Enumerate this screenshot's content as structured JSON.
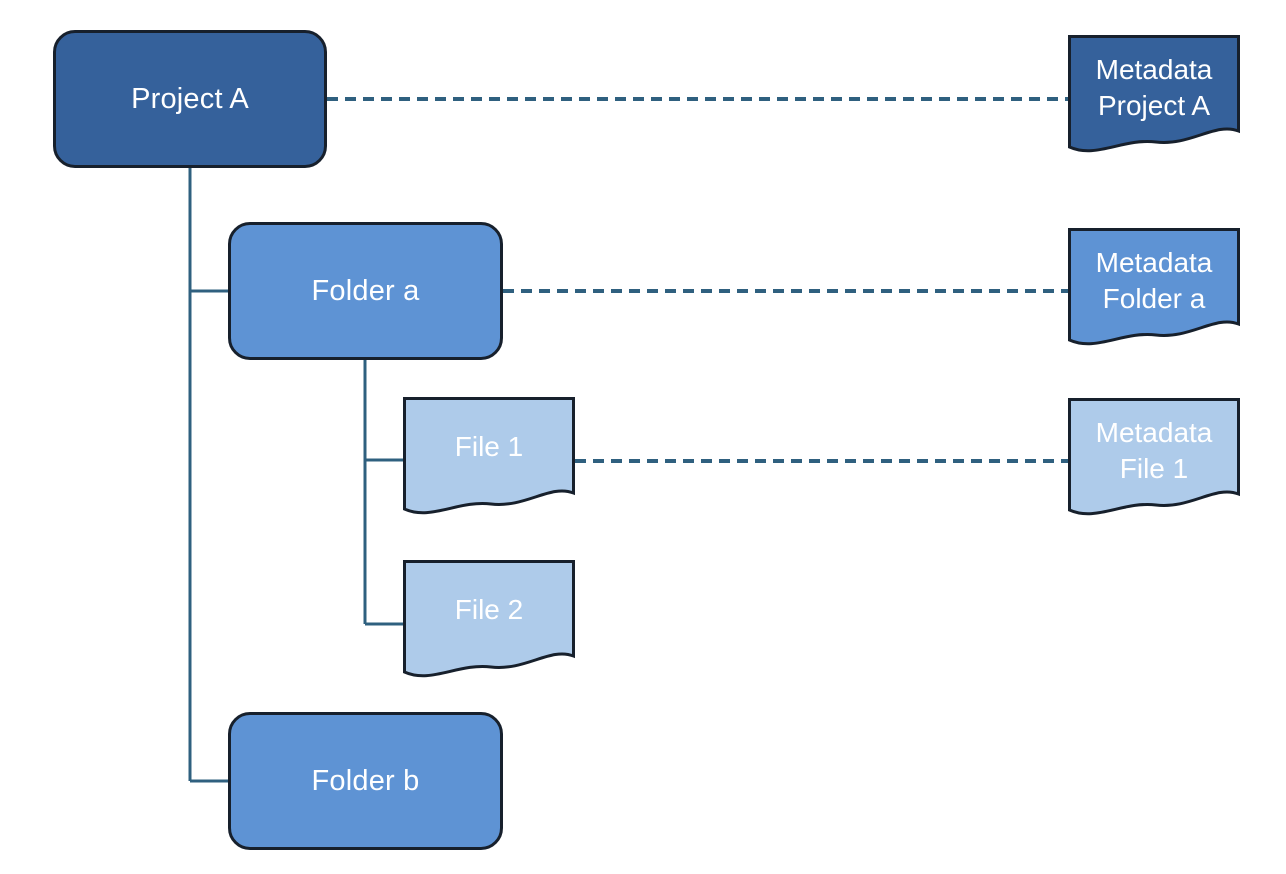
{
  "diagram": {
    "type": "hierarchy-tree-with-metadata",
    "nodes": {
      "project_a": {
        "label": "Project A"
      },
      "folder_a": {
        "label": "Folder a"
      },
      "folder_b": {
        "label": "Folder b"
      },
      "file_1": {
        "label": "File 1"
      },
      "file_2": {
        "label": "File 2"
      },
      "metadata_project_a": {
        "line1": "Metadata",
        "line2": "Project A"
      },
      "metadata_folder_a": {
        "line1": "Metadata",
        "line2": "Folder a"
      },
      "metadata_file_1": {
        "line1": "Metadata",
        "line2": "File 1"
      }
    },
    "colors": {
      "project_fill": "#35619B",
      "folder_fill": "#5E93D4",
      "file_fill": "#AECBEA",
      "node_border": "#17202C",
      "connector": "#2F607F",
      "label_text": "#FFFFFF",
      "background": "#FFFFFF"
    }
  }
}
